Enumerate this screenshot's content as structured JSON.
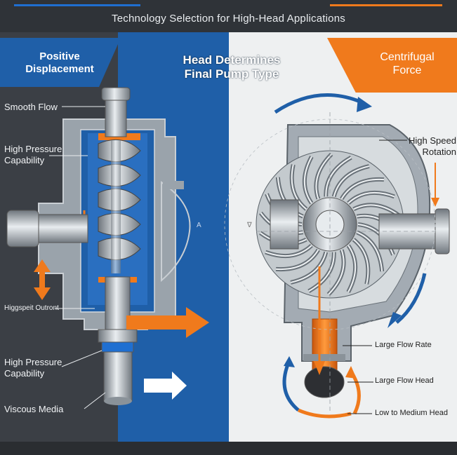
{
  "title": "Technology Selection for High-Head Applications",
  "left_header": [
    "Positive",
    "Displacement"
  ],
  "center_header": [
    "Head Determines",
    "Final Pump Type"
  ],
  "right_header": [
    "Centrifugal",
    "Force"
  ],
  "left_labels": {
    "smooth_flow": "Smooth Flow",
    "high_pressure_1a": "High Pressure",
    "high_pressure_1b": "Capability",
    "higgspeit": "Higgspeit Outront",
    "high_pressure_2a": "High Pressure",
    "high_pressure_2b": "Capability",
    "viscous": "Viscous Media"
  },
  "right_labels": {
    "high_speed_a": "High Speed",
    "high_speed_b": "Rotation",
    "large_flow_rate": "Large Flow Rate",
    "large_flow_head": "Large Flow Head",
    "low_medium_head": "Low to Medium Head"
  },
  "small_marks": {
    "a": "A",
    "v": "∇"
  },
  "colors": {
    "blue": "#1f5fa8",
    "orange": "#f07a1c",
    "dark": "#3b3f45",
    "light": "#eef0f1"
  }
}
